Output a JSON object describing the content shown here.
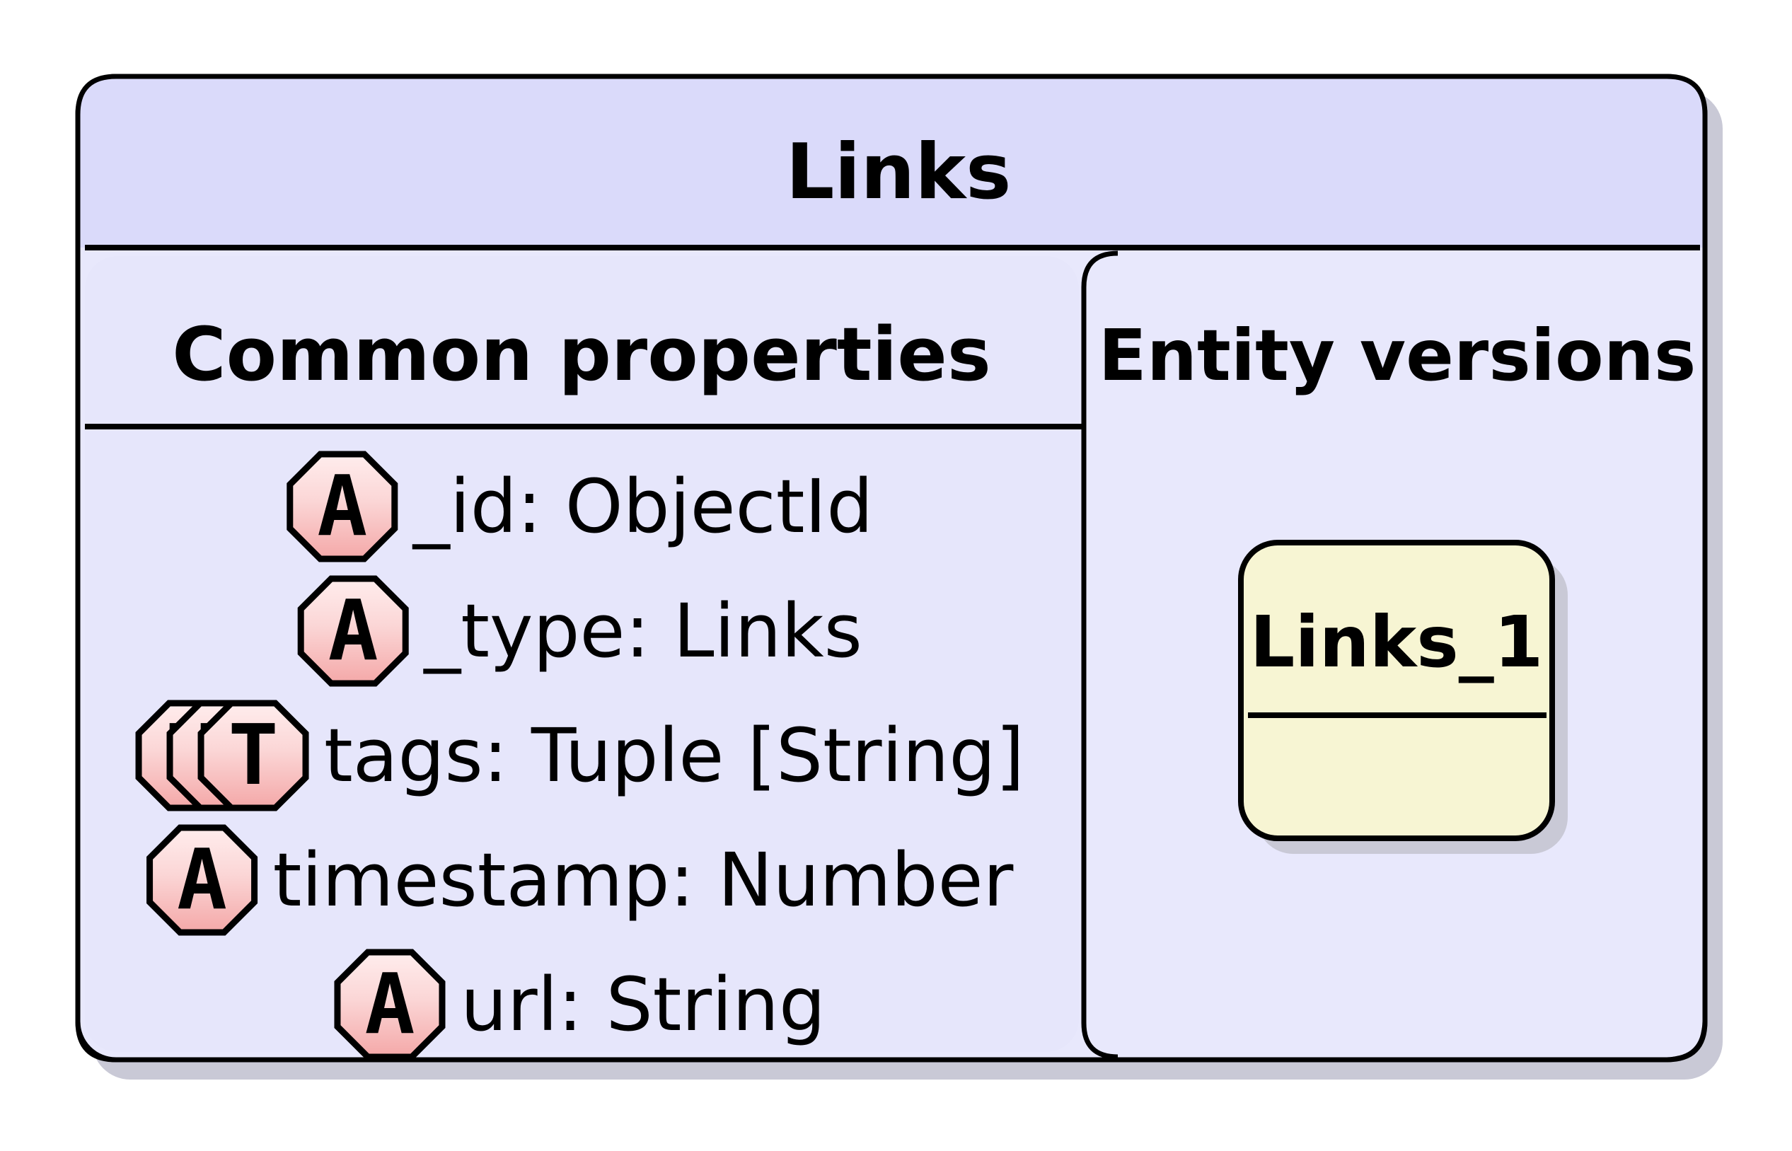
{
  "diagram": {
    "title": "Links",
    "common_properties": {
      "title": "Common properties",
      "attributes": [
        {
          "icon": "A",
          "text": "_id: ObjectId",
          "stack": 1
        },
        {
          "icon": "A",
          "text": "_type: Links",
          "stack": 1
        },
        {
          "icon": "T",
          "text": "tags: Tuple [String]",
          "stack": 3
        },
        {
          "icon": "A",
          "text": "timestamp: Number",
          "stack": 1
        },
        {
          "icon": "A",
          "text": "url: String",
          "stack": 1
        }
      ]
    },
    "entity_versions": {
      "title": "Entity versions",
      "entities": [
        {
          "name": "Links_1"
        }
      ]
    }
  },
  "colors": {
    "outer_fill": "#E8E8FC",
    "header_fill": "#DADAFA",
    "entity_fill": "#F7F5D3",
    "icon_fill_top": "#FFE8E8",
    "icon_fill_bottom": "#F7B5B5",
    "stroke": "#000000",
    "shadow": "#C9C9D6"
  }
}
